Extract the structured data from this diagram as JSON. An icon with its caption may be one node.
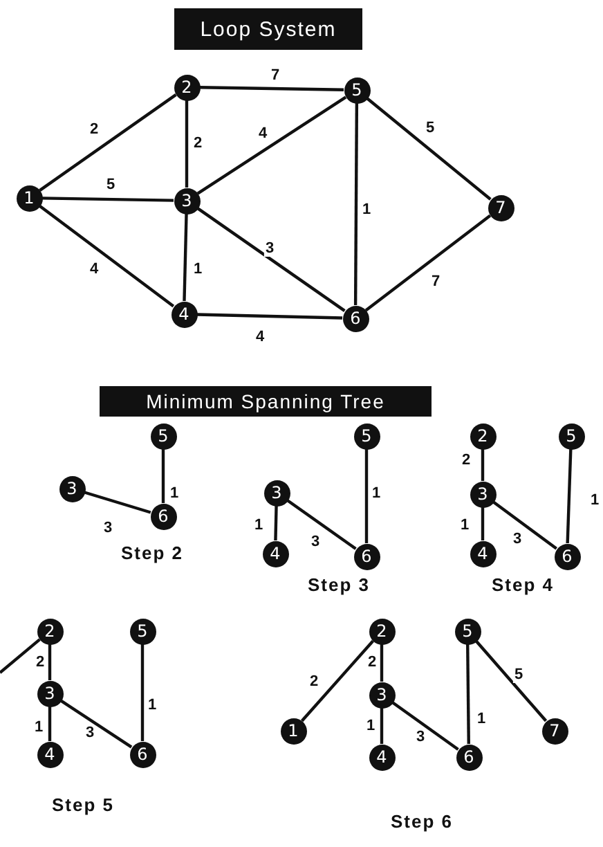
{
  "diagram": {
    "nodes": [
      {
        "text": [
          "Loop System"
        ]
      },
      {
        "text": [
          "1"
        ]
      },
      {
        "text": [
          "2"
        ]
      },
      {
        "text": [
          "3"
        ]
      },
      {
        "text": [
          "4"
        ]
      },
      {
        "text": [
          "5"
        ]
      },
      {
        "text": [
          "6"
        ]
      },
      {
        "text": [
          "7"
        ]
      },
      {
        "text": [
          "Minimum Spanning Tree"
        ]
      },
      {
        "text": [
          "5"
        ]
      },
      {
        "text": [
          "3"
        ]
      },
      {
        "text": [
          "6"
        ]
      },
      {
        "text": [
          "5"
        ]
      },
      {
        "text": [
          "3"
        ]
      },
      {
        "text": [
          "4"
        ]
      },
      {
        "text": [
          "6"
        ]
      },
      {
        "text": [
          "2"
        ]
      },
      {
        "text": [
          "5"
        ]
      },
      {
        "text": [
          "3"
        ]
      },
      {
        "text": [
          "4"
        ]
      },
      {
        "text": [
          "6"
        ]
      },
      {
        "text": [
          "2"
        ]
      },
      {
        "text": [
          "5"
        ]
      },
      {
        "text": [
          "3"
        ]
      },
      {
        "text": [
          "4"
        ]
      },
      {
        "text": [
          "6"
        ]
      },
      {
        "text": [
          "2"
        ]
      },
      {
        "text": [
          "5"
        ]
      },
      {
        "text": [
          "1"
        ]
      },
      {
        "text": [
          "3"
        ]
      },
      {
        "text": [
          "7"
        ]
      },
      {
        "text": [
          "4"
        ]
      },
      {
        "text": [
          "6"
        ]
      }
    ],
    "edges": [
      {
        "from": 1,
        "to": 2,
        "arrow": "none",
        "label": "2"
      },
      {
        "from": 2,
        "to": 5,
        "arrow": "none",
        "label": "7"
      },
      {
        "from": 2,
        "to": 3,
        "arrow": "none",
        "label": "2"
      },
      {
        "from": 3,
        "to": 5,
        "arrow": "none",
        "label": "4"
      },
      {
        "from": 1,
        "to": 3,
        "arrow": "none",
        "label": "5"
      },
      {
        "from": 5,
        "to": 7,
        "arrow": "none",
        "label": "5"
      },
      {
        "from": 5,
        "to": 6,
        "arrow": "none",
        "label": "1"
      },
      {
        "from": 1,
        "to": 4,
        "arrow": "none",
        "label": "4"
      },
      {
        "from": 3,
        "to": 4,
        "arrow": "none",
        "label": "1"
      },
      {
        "from": 3,
        "to": 6,
        "arrow": "none",
        "label": "3"
      },
      {
        "from": 6,
        "to": 7,
        "arrow": "none",
        "label": "7"
      },
      {
        "from": 4,
        "to": 6,
        "arrow": "none",
        "label": "4"
      },
      {
        "from": 9,
        "to": 11,
        "arrow": "none",
        "label": "1"
      },
      {
        "from": 10,
        "to": 11,
        "arrow": "none",
        "label": "3"
      },
      {
        "from": 12,
        "to": 15,
        "arrow": "none",
        "label": "1"
      },
      {
        "from": 13,
        "to": 14,
        "arrow": "none",
        "label": "1"
      },
      {
        "from": 13,
        "to": 15,
        "arrow": "none",
        "label": "3"
      },
      {
        "from": 16,
        "to": 18,
        "arrow": "none",
        "label": "2"
      },
      {
        "from": 17,
        "to": 20,
        "arrow": "none",
        "label": "1"
      },
      {
        "from": 18,
        "to": 19,
        "arrow": "none",
        "label": "1"
      },
      {
        "from": 18,
        "to": 20,
        "arrow": "none",
        "label": "3"
      },
      {
        "from": null,
        "to": 21,
        "arrow": "none"
      },
      {
        "from": 21,
        "to": 23,
        "arrow": "none",
        "label": "2"
      },
      {
        "from": 22,
        "to": 25,
        "arrow": "none",
        "label": "1"
      },
      {
        "from": 23,
        "to": 24,
        "arrow": "none",
        "label": "1"
      },
      {
        "from": 23,
        "to": 25,
        "arrow": "none",
        "label": "3"
      },
      {
        "from": 28,
        "to": 26,
        "arrow": "none",
        "label": "2"
      },
      {
        "from": 26,
        "to": 29,
        "arrow": "none",
        "label": "2"
      },
      {
        "from": 27,
        "to": 32,
        "arrow": "none",
        "label": "1"
      },
      {
        "from": 27,
        "to": 30,
        "arrow": "none",
        "label": "5"
      },
      {
        "from": 29,
        "to": 31,
        "arrow": "none",
        "label": "1"
      },
      {
        "from": 29,
        "to": 32,
        "arrow": "none",
        "label": "3"
      }
    ],
    "labels": [
      "Step 2",
      "Step 3",
      "Step 4",
      "Step 5",
      "Step 6"
    ]
  }
}
